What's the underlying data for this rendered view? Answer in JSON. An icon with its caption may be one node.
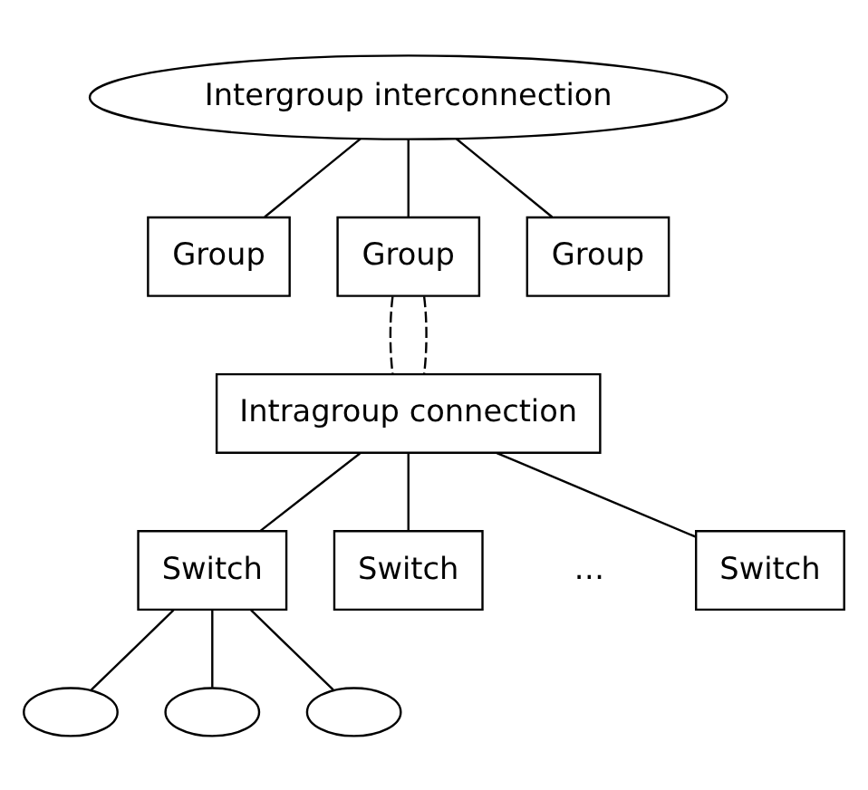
{
  "diagram": {
    "nodes": [
      {
        "text": [
          "Intergroup interconnection"
        ]
      },
      {
        "text": [
          "Group"
        ]
      },
      {
        "text": [
          "Group"
        ]
      },
      {
        "text": [
          "Group"
        ]
      },
      {
        "text": [
          "Intragroup connection"
        ]
      },
      {
        "text": [
          "Switch"
        ]
      },
      {
        "text": [
          "Switch"
        ]
      },
      {
        "text": [
          "Switch"
        ]
      },
      {
        "text": [],
        "shape": "ellipse"
      },
      {
        "text": [],
        "shape": "ellipse"
      },
      {
        "text": [],
        "shape": "ellipse"
      }
    ],
    "edges": [
      {
        "from": 0,
        "to": 1,
        "arrow": "none"
      },
      {
        "from": 0,
        "to": 2,
        "arrow": "none"
      },
      {
        "from": 0,
        "to": 3,
        "arrow": "none"
      },
      {
        "from": 2,
        "to": 4,
        "arrow": "none",
        "style": "dashed"
      },
      {
        "from": 2,
        "to": 4,
        "arrow": "none",
        "style": "dashed"
      },
      {
        "from": 4,
        "to": 5,
        "arrow": "none"
      },
      {
        "from": 4,
        "to": 6,
        "arrow": "none"
      },
      {
        "from": 4,
        "to": 7,
        "arrow": "none"
      },
      {
        "from": 5,
        "to": 8,
        "arrow": "none"
      },
      {
        "from": 5,
        "to": 9,
        "arrow": "none"
      },
      {
        "from": 5,
        "to": 10,
        "arrow": "none"
      }
    ],
    "labels": [
      "…"
    ]
  }
}
